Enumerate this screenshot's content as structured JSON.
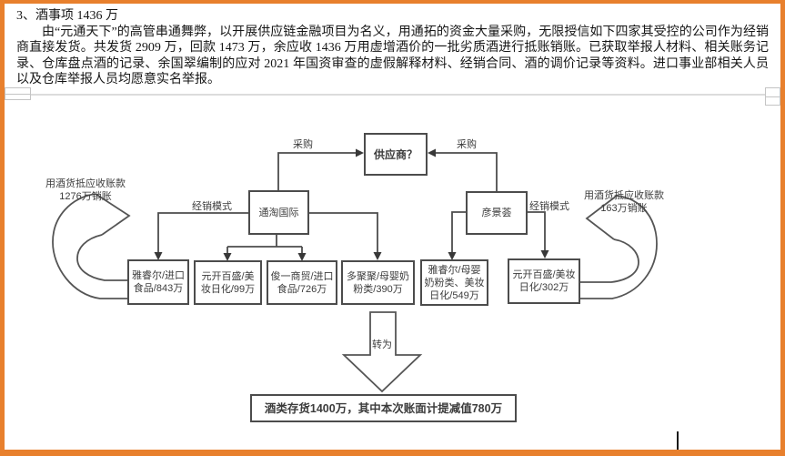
{
  "document": {
    "heading": "3、酒事项 1436 万",
    "paragraph": "由“元通天下”的高管串通舞弊，以开展供应链金融项目为名义，用通拓的资金大量采购，无限授信如下四家其受控的公司作为经销商直接发货。共发货 2909 万，回款 1473 万，余应收 1436 万用虚增酒价的一批劣质酒进行抵账销账。已获取举报人材料、相关账务记录、仓库盘点酒的记录、余国翠编制的应对 2021 年国资审查的虚假解释材料、经销合同、酒的调价记录等资料。进口事业部相关人员以及仓库举报人员均愿意实名举报。"
  },
  "diagram": {
    "supplier": "供应商？",
    "distributor_left": "通淘国际",
    "distributor_right": "彦景荟",
    "purchase_label_left": "采购",
    "purchase_label_right": "采购",
    "mode_label_left": "经销模式",
    "mode_label_right": "经销模式",
    "writeoff_left_line1": "用酒货抵应收账款",
    "writeoff_left_line2": "1276万销账",
    "writeoff_right_line1": "用酒货抵应收账款",
    "writeoff_right_line2": "163万销账",
    "sub_boxes": [
      "雅睿尔/进口食品/843万",
      "元开百盛/美妆日化/99万",
      "俊一商贸/进口食品/726万",
      "多聚聚/母婴奶粉类/390万",
      "雅睿尔/母婴奶粉类、美妆日化/549万",
      "元开百盛/美妆日化/302万"
    ],
    "convert_label": "转为",
    "result": "酒类存货1400万，其中本次账面计提减值780万"
  },
  "colors": {
    "page_border": "#E8802D",
    "shape_line": "#4c4c4c",
    "boundary_line": "#dcdcdc"
  }
}
